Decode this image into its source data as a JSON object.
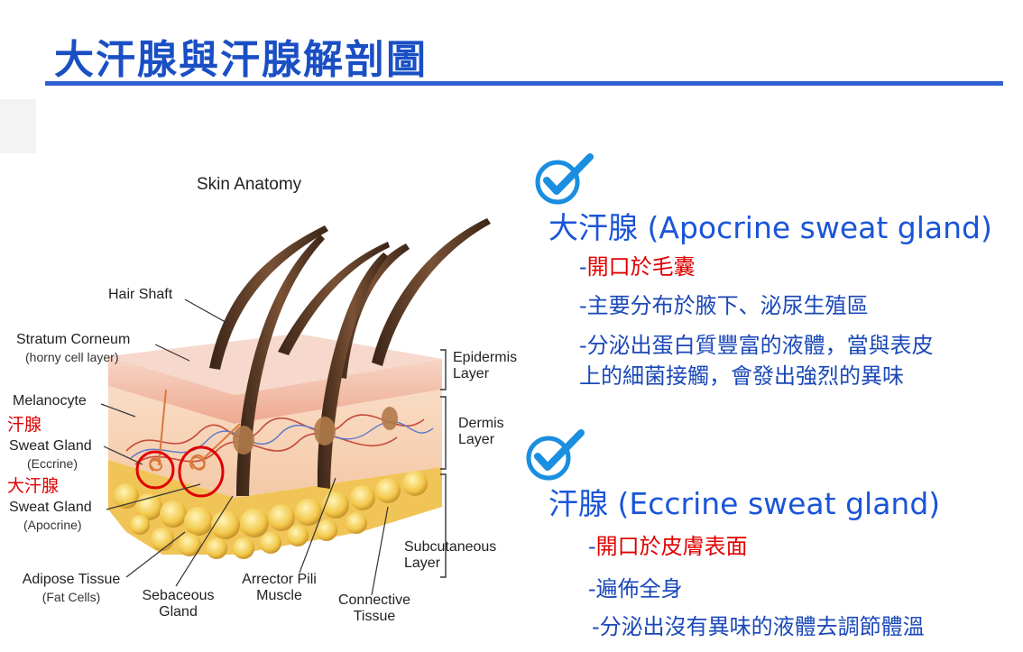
{
  "title": "大汗腺與汗腺解剖圖",
  "diagram": {
    "title": "Skin Anatomy",
    "labels": {
      "hair_shaft": "Hair Shaft",
      "stratum_corneum": "Stratum Corneum",
      "stratum_corneum_sub": "(horny cell layer)",
      "melanocyte": "Melanocyte",
      "eccrine_cn": "汗腺",
      "eccrine": "Sweat Gland",
      "eccrine_sub": "(Eccrine)",
      "apocrine_cn": "大汗腺",
      "apocrine": "Sweat Gland",
      "apocrine_sub": "(Apocrine)",
      "adipose": "Adipose Tissue",
      "adipose_sub": "(Fat Cells)",
      "sebaceous": "Sebaceous",
      "sebaceous_sub": "Gland",
      "arrector": "Arrector Pili",
      "arrector_sub": "Muscle",
      "connective": "Connective",
      "connective_sub": "Tissue",
      "epidermis": "Epidermis",
      "epidermis_sub": "Layer",
      "dermis": "Dermis",
      "dermis_sub": "Layer",
      "subcutaneous": "Subcutaneous",
      "subcutaneous_sub": "Layer"
    }
  },
  "apocrine": {
    "heading": "大汗腺 (Apocrine sweat gland)",
    "bullets": [
      {
        "dash": "-",
        "text": "開口於毛囊"
      },
      {
        "dash": "-",
        "text": "主要分布於腋下、泌尿生殖區"
      },
      {
        "dash": "-",
        "text": "分泌出蛋白質豐富的液體，當與表皮"
      },
      {
        "dash": "",
        "text": "上的細菌接觸，會發出強烈的異味"
      }
    ]
  },
  "eccrine": {
    "heading": "汗腺 (Eccrine sweat gland)",
    "bullets": [
      {
        "dash": "-",
        "text": "開口於皮膚表面"
      },
      {
        "dash": "-",
        "text": "遍佈全身"
      },
      {
        "dash": "-",
        "text": "分泌出沒有異味的液體去調節體溫"
      }
    ]
  },
  "colors": {
    "title": "#1a4fc4",
    "heading": "#1a55d8",
    "emphasis": "#e00000",
    "check": "#1a8ee0"
  }
}
